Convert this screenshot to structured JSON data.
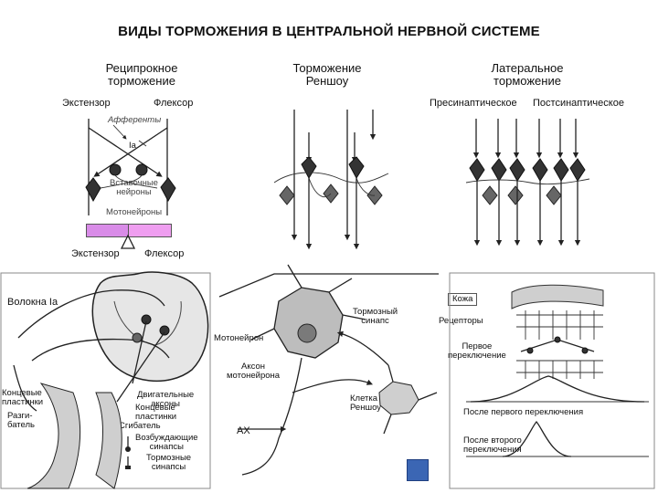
{
  "title": "ВИДЫ ТОРМОЖЕНИЯ В ЦЕНТРАЛЬНОЙ НЕРВНОЙ СИСТЕМЕ",
  "panels": {
    "reciprocal": {
      "title_line1": "Реципрокное",
      "title_line2": "торможение",
      "extensor_top": "Экстензор",
      "flexor_top": "Флексор",
      "afferents": "Афференты",
      "ia": "Iа",
      "interneurons_line1": "Вставочные",
      "interneurons_line2": "нейроны",
      "motoneurons": "Мотонейроны",
      "extensor_bottom": "Экстензор",
      "flexor_bottom": "Флексор"
    },
    "renshaw": {
      "title_line1": "Торможение",
      "title_line2": "Реншоу"
    },
    "lateral": {
      "title_line1": "Латеральное",
      "title_line2": "торможение",
      "presynaptic": "Пресинаптическое",
      "postsynaptic": "Постсинаптическое"
    },
    "spinal": {
      "fibers_ia": "Волокна Ia",
      "end_plates_line1": "Концевые",
      "end_plates_line2": "пластинки",
      "extensor_line1": "Разги-",
      "extensor_line2": "батель",
      "motor_axons_line1": "Двигательные",
      "motor_axons_line2": "аксоны",
      "end_plates2_line1": "Концевые",
      "end_plates2_line2": "пластинки",
      "flexor": "Сгибатель",
      "excitatory_line1": "Возбуждающие",
      "excitatory_line2": "синапсы",
      "inhibitory_line1": "Тормозные",
      "inhibitory_line2": "синапсы"
    },
    "renshaw_cell": {
      "inhibitory_synapse_line1": "Тормозный",
      "inhibitory_synapse_line2": "синапс",
      "motoneuron": "Мотонейрон",
      "axon_line1": "Аксон",
      "axon_line2": "мотонейрона",
      "renshaw_line1": "Клетка",
      "renshaw_line2": "Реншоу",
      "ax": "AX"
    },
    "skin": {
      "skin": "Кожа",
      "receptors": "Рецепторы",
      "first_relay_line1": "Первое",
      "first_relay_line2": "переключение",
      "after_first": "После первого переключения",
      "after_second_line1": "После второго",
      "after_second_line2": "переключения"
    }
  },
  "colors": {
    "extensor_bar": "#d98ce8",
    "flexor_bar": "#ef9ef0",
    "square_button": "#3b66b4"
  }
}
